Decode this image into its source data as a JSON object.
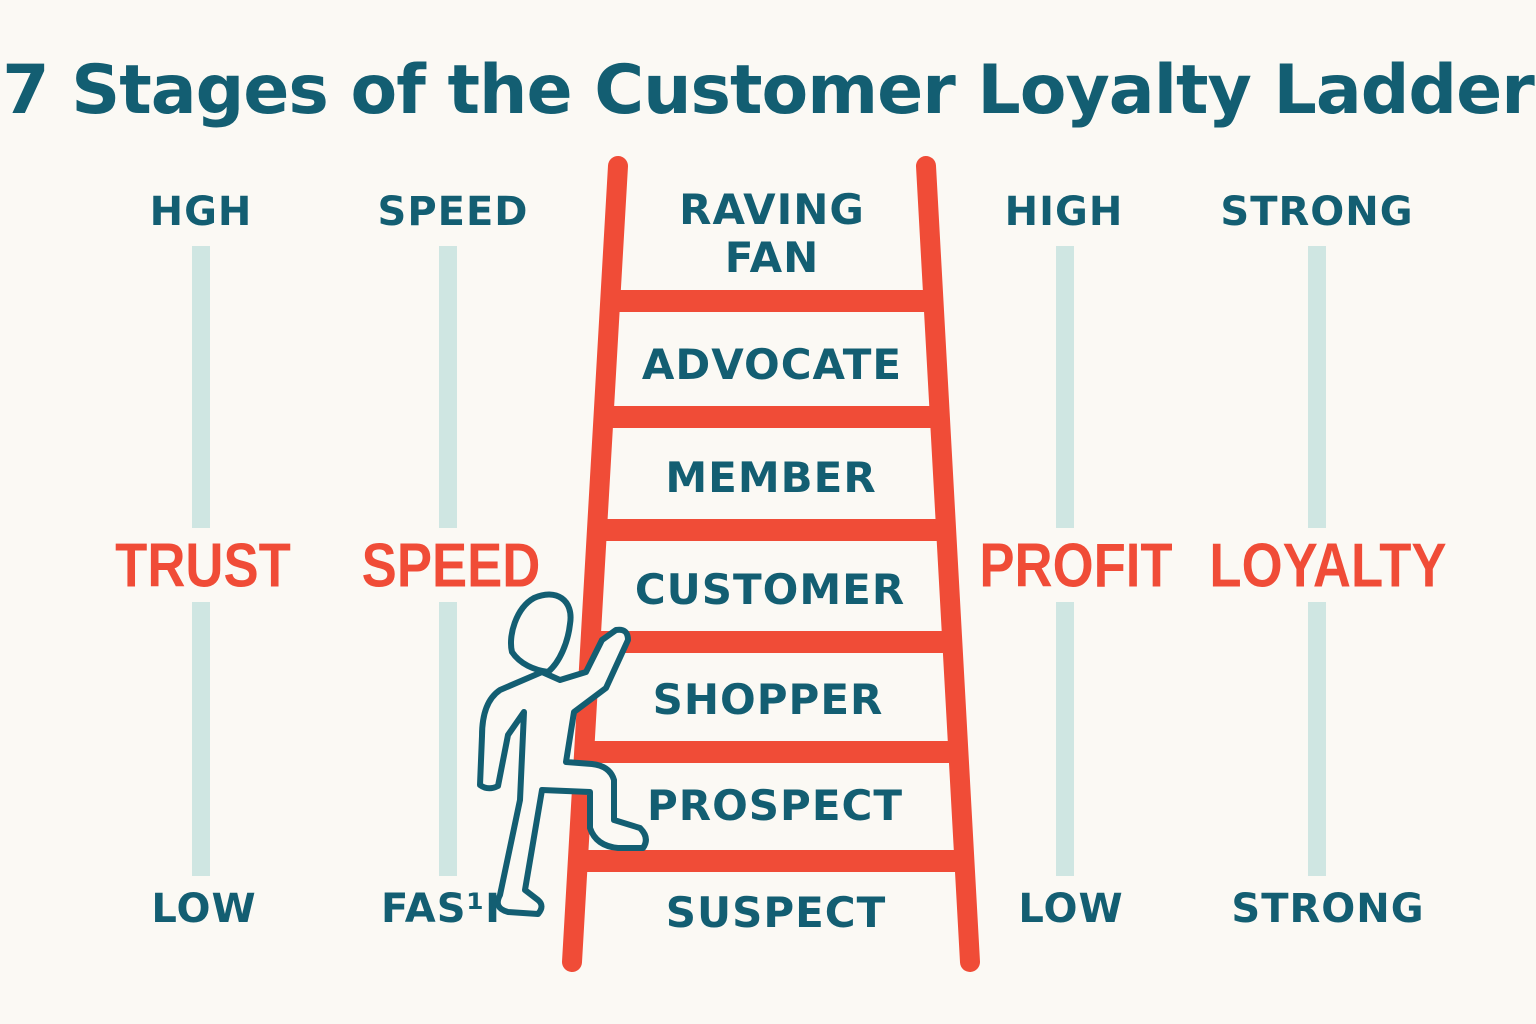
{
  "title": "7 Stages of the Customer Loyalty Ladder",
  "colors": {
    "background": "#fbf9f4",
    "primary_text": "#135e72",
    "ladder": "#f04c37",
    "metric_text": "#f04c37",
    "scale_bar": "#cfe6e2",
    "figure_outline": "#135e72"
  },
  "scales": [
    {
      "top": "HGH",
      "metric": "TRUST",
      "bottom": "LOW"
    },
    {
      "top": "SPEED",
      "metric": "SPEED",
      "bottom": "FAS¹I"
    },
    {
      "top": "HIGH",
      "metric": "PROFIT",
      "bottom": "LOW"
    },
    {
      "top": "STRONG",
      "metric": "LOYALTY",
      "bottom": "STRONG"
    }
  ],
  "ladder": {
    "stages": [
      {
        "line1": "RAVING",
        "line2": "FAN"
      },
      {
        "line1": "ADVOCATE",
        "line2": ""
      },
      {
        "line1": "MEMBER",
        "line2": ""
      },
      {
        "line1": "CUSTOMER",
        "line2": ""
      },
      {
        "line1": "SHOPPER",
        "line2": ""
      },
      {
        "line1": "PROSPECT",
        "line2": ""
      },
      {
        "line1": "SUSPECT",
        "line2": ""
      }
    ]
  },
  "figure_icon": "person-climbing-icon"
}
